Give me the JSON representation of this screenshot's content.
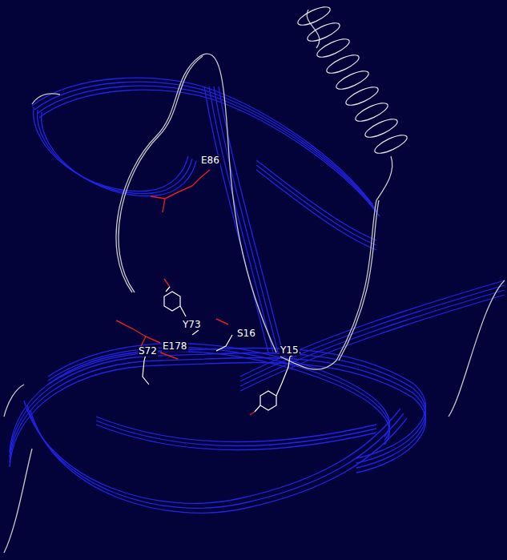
{
  "diagram": {
    "labels": [
      "E86",
      "Y73",
      "S72",
      "E178",
      "S16",
      "Y15"
    ]
  }
}
